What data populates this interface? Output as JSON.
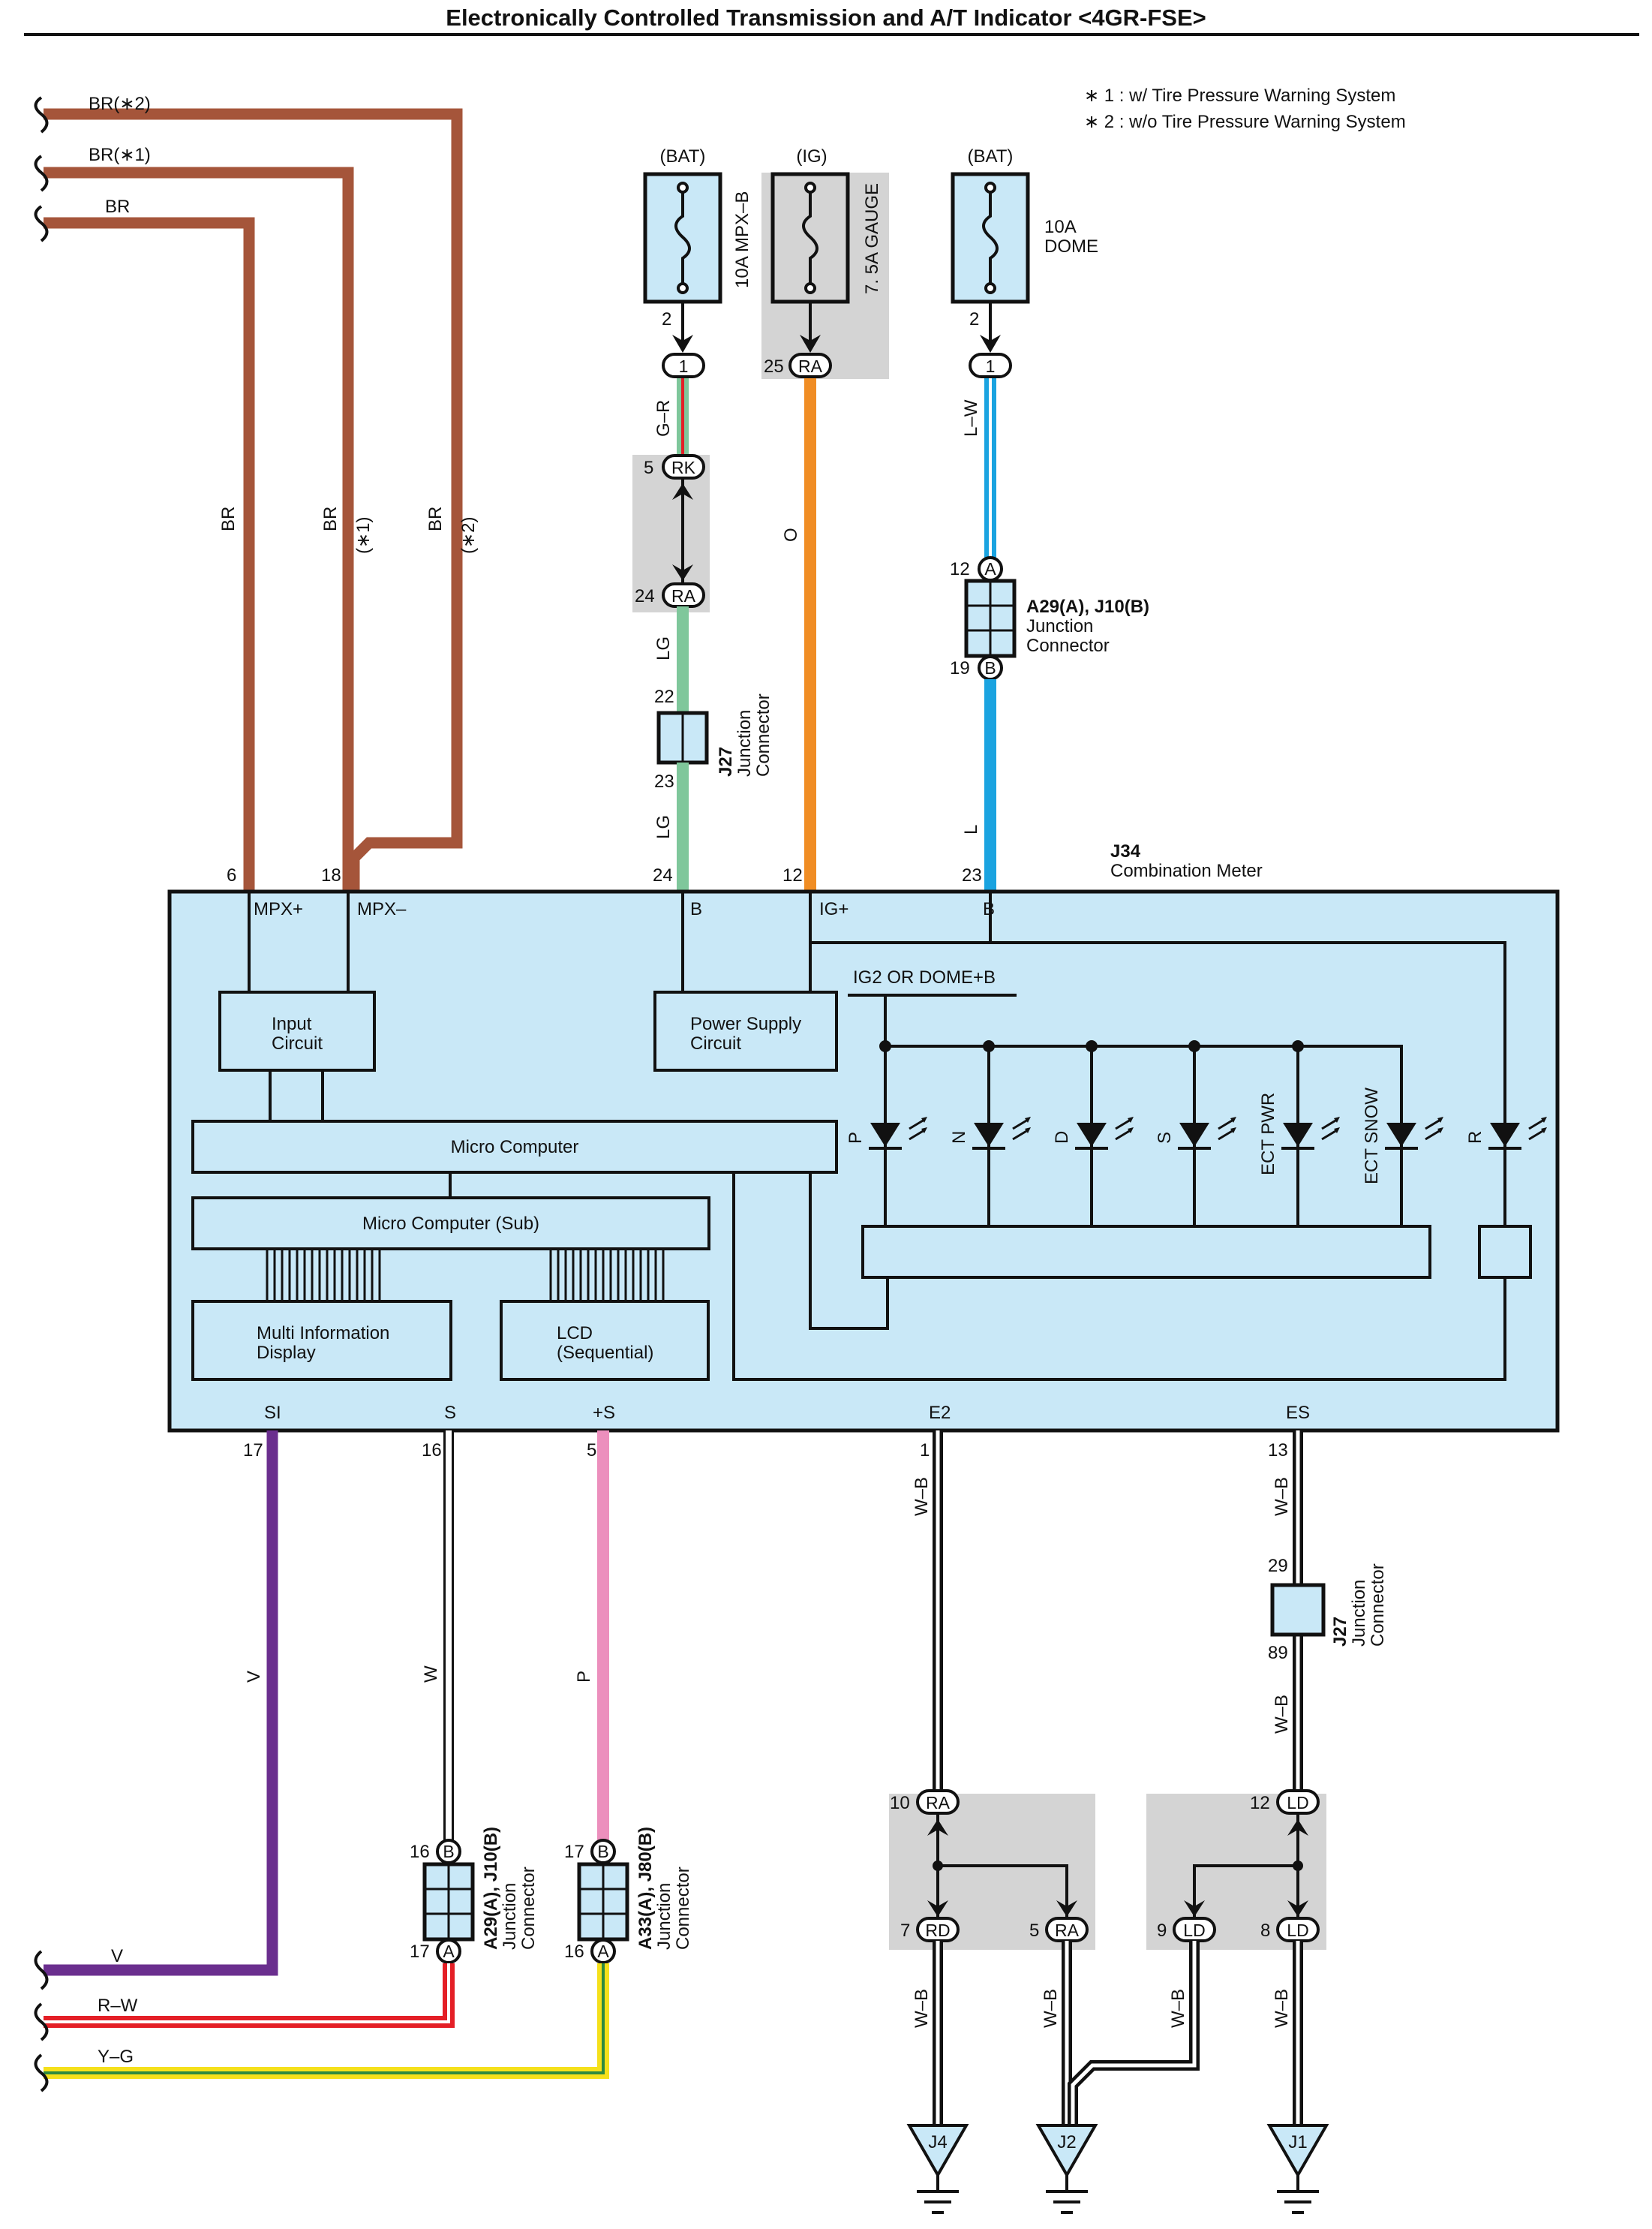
{
  "title": "Electronically Controlled Transmission and A/T Indicator <4GR-FSE>",
  "notes": [
    "∗ 1 : w/ Tire Pressure Warning System",
    "∗ 2 : w/o Tire Pressure Warning System"
  ],
  "left_inputs": {
    "br2": "BR(∗2)",
    "br1": "BR(∗1)",
    "br": "BR"
  },
  "wire_labels": {
    "br": "BR",
    "br_note1": "(∗1)",
    "br_note2": "(∗2)",
    "gr": "G–R",
    "lg": "LG",
    "o": "O",
    "lw": "L–W",
    "l": "L",
    "v": "V",
    "w": "W",
    "p": "P",
    "wb": "W–B",
    "rw": "R–W",
    "yg": "Y–G"
  },
  "fuses": {
    "mpxb": {
      "source": "(BAT)",
      "name": "10A MPX–B"
    },
    "gauge": {
      "source": "(IG)",
      "name": "7. 5A GAUGE"
    },
    "dome": {
      "source": "(BAT)",
      "amp": "10A",
      "name": "DOME"
    }
  },
  "connectors": {
    "j27": {
      "code": "J27",
      "line1": "Junction",
      "line2": "Connector"
    },
    "a29": {
      "code": "A29(A), J10(B)",
      "line1": "Junction",
      "line2": "Connector"
    },
    "a33": {
      "code": "A33(A), J80(B)",
      "line1": "Junction",
      "line2": "Connector"
    }
  },
  "meter": {
    "code": "J34",
    "name": "Combination Meter"
  },
  "terminals": {
    "mpx_plus": "MPX+",
    "mpx_minus": "MPX–",
    "b": "B",
    "ig_plus": "IG+",
    "si": "SI",
    "s": "S",
    "plus_s": "+S",
    "e2": "E2",
    "es": "ES"
  },
  "internal": {
    "input_circuit": [
      "Input",
      "Circuit"
    ],
    "power_supply": [
      "Power Supply",
      "Circuit"
    ],
    "ig2_dome": "IG2 OR DOME+B",
    "micro_computer": "Micro Computer",
    "micro_computer_sub": "Micro Computer (Sub)",
    "multi_info": [
      "Multi Information",
      "Display"
    ],
    "lcd": [
      "LCD",
      "(Sequential)"
    ],
    "indicators": [
      "P",
      "N",
      "D",
      "S",
      "ECT PWR",
      "ECT SNOW",
      "R"
    ]
  },
  "pin_codes": {
    "one": "1",
    "ra": "RA",
    "rk": "RK",
    "a": "A",
    "b": "B",
    "rd": "RD",
    "ld": "LD"
  },
  "pin_numbers": [
    "2",
    "25",
    "5",
    "24",
    "22",
    "23",
    "12",
    "19",
    "6",
    "18",
    "17",
    "16",
    "13",
    "1",
    "29",
    "89",
    "10",
    "7",
    "9",
    "8"
  ],
  "grounds": [
    "J4",
    "J2",
    "J1"
  ],
  "colors": {
    "br": "#a5553a",
    "green": "#7fc79b",
    "orange": "#f08d24",
    "blue": "#1aa3e0",
    "violet": "#6a2e8e",
    "pink": "#ec8fbd",
    "red": "#e41f26",
    "yellow": "#f5e01b",
    "box_fill": "#c9e8f7",
    "shade": "#d4d4d4"
  }
}
